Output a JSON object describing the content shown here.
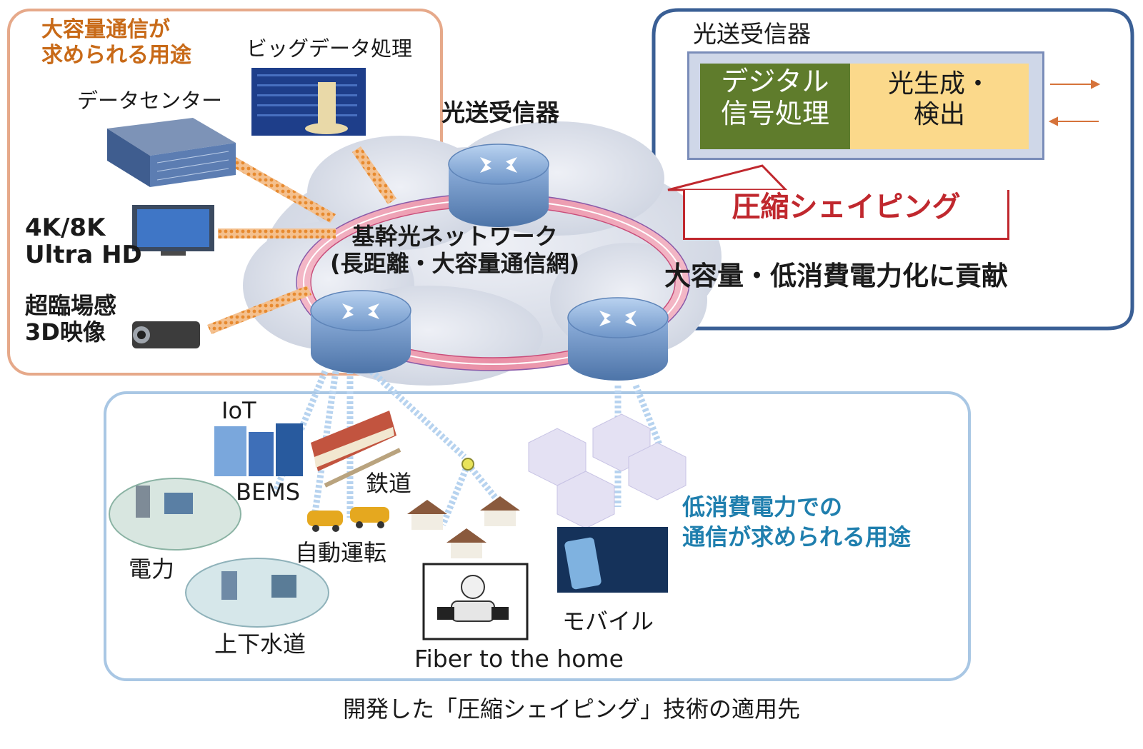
{
  "left_box": {
    "heading": "大容量通信が\n求められる用途",
    "datacenter": "データセンター",
    "bigdata": "ビッグデータ処理",
    "uhd": "4K/8K\nUltra HD",
    "hyper3d": "超臨場感\n3D映像"
  },
  "network": {
    "transceiver_label": "光送受信器",
    "core_label": "基幹光ネットワーク\n(長距離・大容量通信網)"
  },
  "callout": {
    "title": "光送受信器",
    "dsp": "デジタル\n信号処理",
    "optical": "光生成・\n検出",
    "compression": "圧縮シェイピング",
    "contribution": "大容量・低消費電力化に貢献"
  },
  "bottom_box": {
    "iot": "IoT",
    "bems": "BEMS",
    "railway": "鉄道",
    "power": "電力",
    "autodrive": "自動運転",
    "water": "上下水道",
    "ftth": "Fiber to the home",
    "mobile": "モバイル",
    "low_power_heading": "低消費電力での\n通信が求められる用途"
  },
  "caption": "開発した「圧縮シェイピング」技術の適用先",
  "colors": {
    "orange_frame": "#e6a98a",
    "blue_frame": "#3a5f95",
    "light_blue_frame": "#a9c7e4",
    "heading_orange": "#c86a18",
    "heading_teal": "#1f7fae",
    "compression_red": "#c0282e",
    "dsp_green": "#5f7c2c",
    "optical_yellow": "#fbd98b"
  }
}
